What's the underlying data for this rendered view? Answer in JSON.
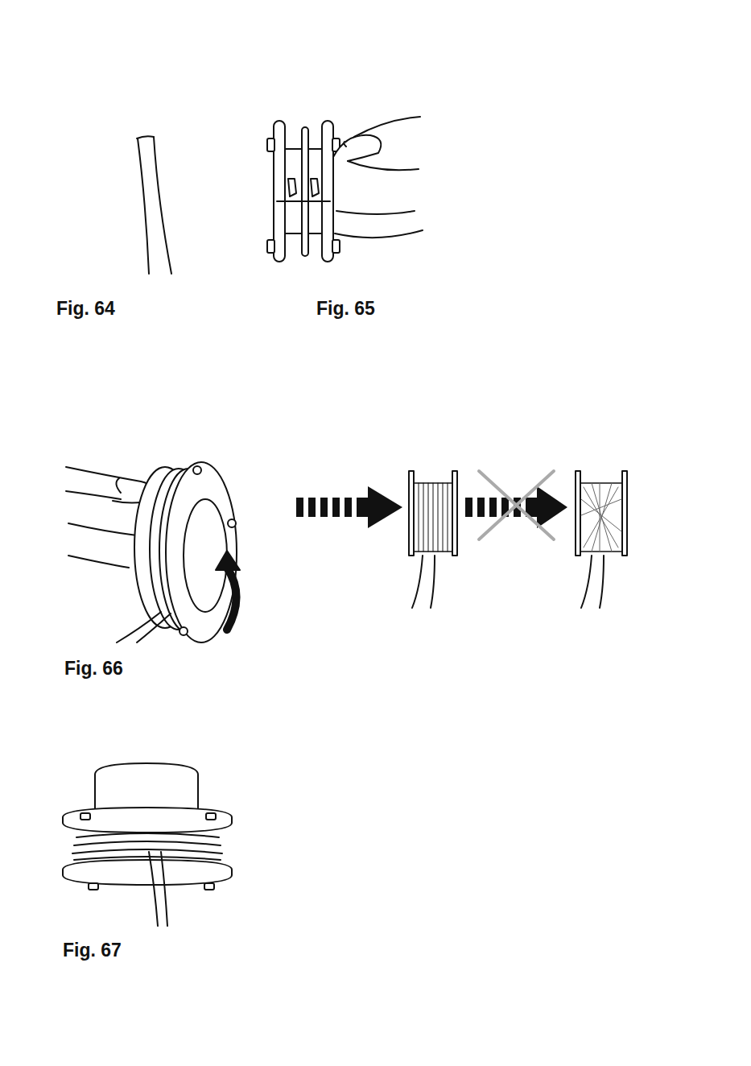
{
  "diagram": {
    "labels": [
      "Fig. 64",
      "Fig. 65",
      "Fig. 66",
      "Fig. 67"
    ]
  }
}
